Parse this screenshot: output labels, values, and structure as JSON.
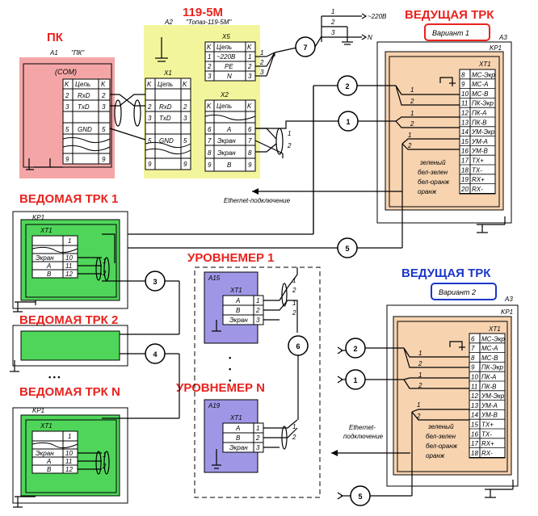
{
  "titles": {
    "pc": "ПК",
    "topaz": "119-5М",
    "master1": "ВЕДУЩАЯ ТРК",
    "master2": "ВЕДУЩАЯ ТРК",
    "slave1": "ВЕДОМАЯ ТРК 1",
    "slave2": "ВЕДОМАЯ ТРК 2",
    "slaveN": "ВЕДОМАЯ ТРК N",
    "level1": "УРОВНЕМЕР 1",
    "levelN": "УРОВНЕМЕР N"
  },
  "variants": {
    "v1": "Вариант 1",
    "v2": "Вариант 2"
  },
  "colors": {
    "pc_fill": "#f4a6a6",
    "topaz_fill": "#f2f59b",
    "master_fill": "#f7d3b0",
    "slave_fill": "#4fd65a",
    "level_fill": "#9f97e6",
    "red": "#e8231f",
    "blue": "#1c37c8"
  },
  "pc": {
    "ref": "A1",
    "name": "\"ПК\"",
    "com": "(COM)",
    "rows": [
      {
        "k": "K",
        "c": "Цепь",
        "k2": "K"
      },
      {
        "k": "2",
        "c": "RxD",
        "k2": "2"
      },
      {
        "k": "3",
        "c": "TxD",
        "k2": "3"
      },
      {
        "k": "5",
        "c": "GND",
        "k2": "5"
      },
      {
        "k": "9",
        "c": "",
        "k2": "9"
      }
    ]
  },
  "topaz": {
    "ref": "A2",
    "name": "\"Топаз-119-5М\"",
    "x1": "X1",
    "x5": "X5",
    "x2": "X2",
    "x1_rows": [
      {
        "k": "K",
        "c": "Цепь",
        "k2": "K"
      },
      {
        "k": "2",
        "c": "RxD",
        "k2": "2"
      },
      {
        "k": "3",
        "c": "TxD",
        "k2": "3"
      },
      {
        "k": "5",
        "c": "GND",
        "k2": "5"
      },
      {
        "k": "9",
        "c": "",
        "k2": "9"
      }
    ],
    "x5_rows": [
      {
        "k": "K",
        "c": "Цепь",
        "k2": "K"
      },
      {
        "k": "1",
        "c": "~220В",
        "k2": "1"
      },
      {
        "k": "2",
        "c": "PE",
        "k2": "2"
      },
      {
        "k": "3",
        "c": "N",
        "k2": "3"
      }
    ],
    "x2_rows": [
      {
        "k": "K",
        "c": "Цепь",
        "k2": "K"
      },
      {
        "k": "6",
        "c": "A",
        "k2": "6"
      },
      {
        "k": "7",
        "c": "Экран",
        "k2": "7"
      },
      {
        "k": "8",
        "c": "Экран",
        "k2": "8"
      },
      {
        "k": "9",
        "c": "B",
        "k2": "9"
      }
    ]
  },
  "power": {
    "line1": "~220В",
    "line3": "N"
  },
  "cables": {
    "c1": "1",
    "c2": "2",
    "c3": "3",
    "c4": "4",
    "c5": "5",
    "c6": "6",
    "c7": "7"
  },
  "ethernet": "Ethernet-подключение",
  "ethernet2_l1": "Ethernet-",
  "ethernet2_l2": "подключение",
  "master1": {
    "ref": "A3",
    "kp": "KP1",
    "xt": "XT1",
    "rows": [
      {
        "n": "8",
        "t": "МС-Экр"
      },
      {
        "n": "9",
        "t": "МС-A"
      },
      {
        "n": "10",
        "t": "МС-B"
      },
      {
        "n": "11",
        "t": "ПК-Экр"
      },
      {
        "n": "12",
        "t": "ПК-A"
      },
      {
        "n": "13",
        "t": "ПК-B"
      },
      {
        "n": "14",
        "t": "УМ-Экр"
      },
      {
        "n": "15",
        "t": "УМ-A"
      },
      {
        "n": "16",
        "t": "УМ-B"
      },
      {
        "n": "17",
        "t": "TX+"
      },
      {
        "n": "18",
        "t": "TX-"
      },
      {
        "n": "19",
        "t": "RX+"
      },
      {
        "n": "20",
        "t": "RX-"
      }
    ],
    "eth_wires": [
      "зеленый",
      "бел-зелен",
      "бел-оранж",
      "оранж"
    ]
  },
  "master2": {
    "ref": "A3",
    "kp": "KP1",
    "xt": "XT1",
    "rows": [
      {
        "n": "6",
        "t": "МС-Экр"
      },
      {
        "n": "7",
        "t": "МС-A"
      },
      {
        "n": "8",
        "t": "МС-B"
      },
      {
        "n": "9",
        "t": "ПК-Экр"
      },
      {
        "n": "10",
        "t": "ПК-A"
      },
      {
        "n": "11",
        "t": "ПК-B"
      },
      {
        "n": "12",
        "t": "УМ-Экр"
      },
      {
        "n": "13",
        "t": "УМ-A"
      },
      {
        "n": "14",
        "t": "УМ-B"
      },
      {
        "n": "15",
        "t": "TX+"
      },
      {
        "n": "16",
        "t": "TX-"
      },
      {
        "n": "17",
        "t": "RX+"
      },
      {
        "n": "18",
        "t": "RX-"
      }
    ],
    "eth_wires": [
      "зеленый",
      "бел-зелен",
      "бел-оранж",
      "оранж"
    ]
  },
  "slave": {
    "kp": "KP1",
    "xt": "XT1",
    "rows": [
      {
        "t": "",
        "n": "1"
      },
      {
        "t": "Экран",
        "n": "10"
      },
      {
        "t": "A",
        "n": "11"
      },
      {
        "t": "B",
        "n": "12"
      }
    ]
  },
  "level1": {
    "ref": "A15",
    "xt": "XT1",
    "rows": [
      {
        "t": "A",
        "n": "1"
      },
      {
        "t": "B",
        "n": "2"
      },
      {
        "t": "Экран",
        "n": "3"
      }
    ]
  },
  "levelN": {
    "ref": "A19",
    "xt": "XT1",
    "rows": [
      {
        "t": "A",
        "n": "1"
      },
      {
        "t": "B",
        "n": "2"
      },
      {
        "t": "Экран",
        "n": "3"
      }
    ]
  },
  "pair": {
    "a": "1",
    "b": "2"
  },
  "shield_pair": {
    "a": "1",
    "b": "2",
    "c": "3"
  },
  "ellipsis": "• • •"
}
